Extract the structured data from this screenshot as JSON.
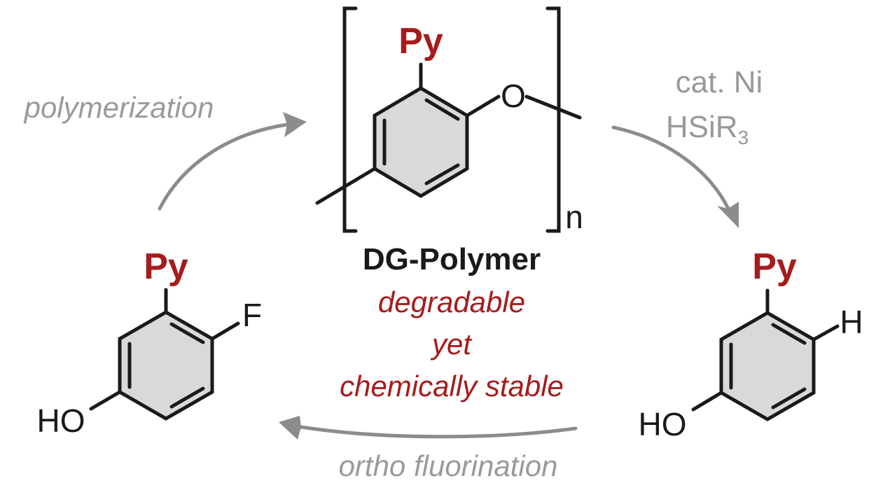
{
  "colors": {
    "accent_red": "#a61c1c",
    "arrow_gray": "#8c8c8c",
    "bond_black": "#1a1a1a",
    "ring_fill": "#d9d9d9",
    "reagent_gray": "#999999"
  },
  "polymer": {
    "substituent": "Py",
    "oxygen": "O",
    "repeat_index": "n",
    "name": "DG-Polymer",
    "description_lines": [
      "degradable",
      "yet",
      "chemically stable"
    ]
  },
  "monomer_left": {
    "substituent": "Py",
    "halogen": "F",
    "hydroxyl": "HO"
  },
  "product_right": {
    "substituent": "Py",
    "hydrogen": "H",
    "hydroxyl": "HO"
  },
  "steps": {
    "polymerization": "polymerization",
    "degradation_reagent_line1": "cat. Ni",
    "degradation_reagent_line2_main": "HSiR",
    "degradation_reagent_line2_sub": "3",
    "fluorination": "ortho fluorination"
  }
}
